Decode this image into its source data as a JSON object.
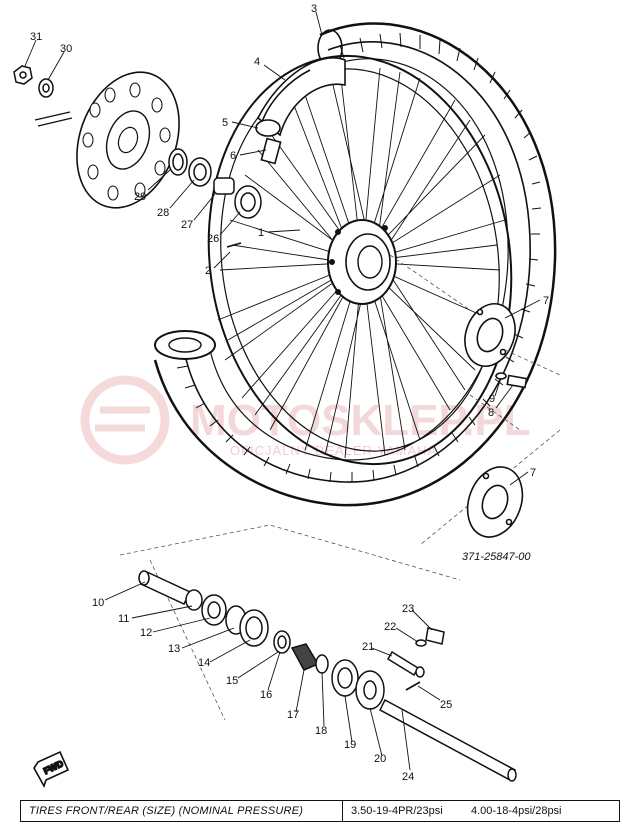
{
  "watermark": {
    "brand": "MOTOSKLEP.PL",
    "tagline": "OFICJALNY DEALER YAMAHA"
  },
  "part_number": "371-25847-00",
  "fwd_label": "FWD",
  "spec": {
    "label": "TIRES FRONT/REAR (SIZE) (NOMINAL PRESSURE)",
    "front": "3.50-19-4PR/23psi",
    "rear": "4.00-18-4psi/28psi"
  },
  "callouts": [
    "1",
    "2",
    "3",
    "4",
    "5",
    "6",
    "7",
    "8",
    "9",
    "10",
    "11",
    "12",
    "13",
    "14",
    "15",
    "16",
    "17",
    "18",
    "19",
    "20",
    "21",
    "22",
    "23",
    "24",
    "25",
    "26",
    "27",
    "28",
    "29",
    "30",
    "31"
  ],
  "callout_seven_detail": "7"
}
